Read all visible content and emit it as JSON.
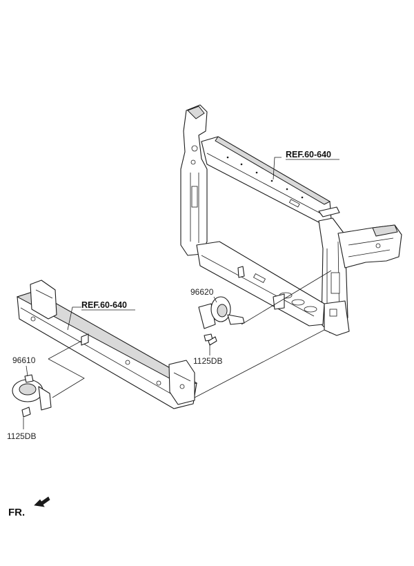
{
  "labels": {
    "ref_carrier": "REF.60-640",
    "ref_bumper": "REF.60-640",
    "horn_high": "96620",
    "bolt_high": "1125DB",
    "horn_low": "96610",
    "bolt_low": "1125DB",
    "front": "FR."
  }
}
